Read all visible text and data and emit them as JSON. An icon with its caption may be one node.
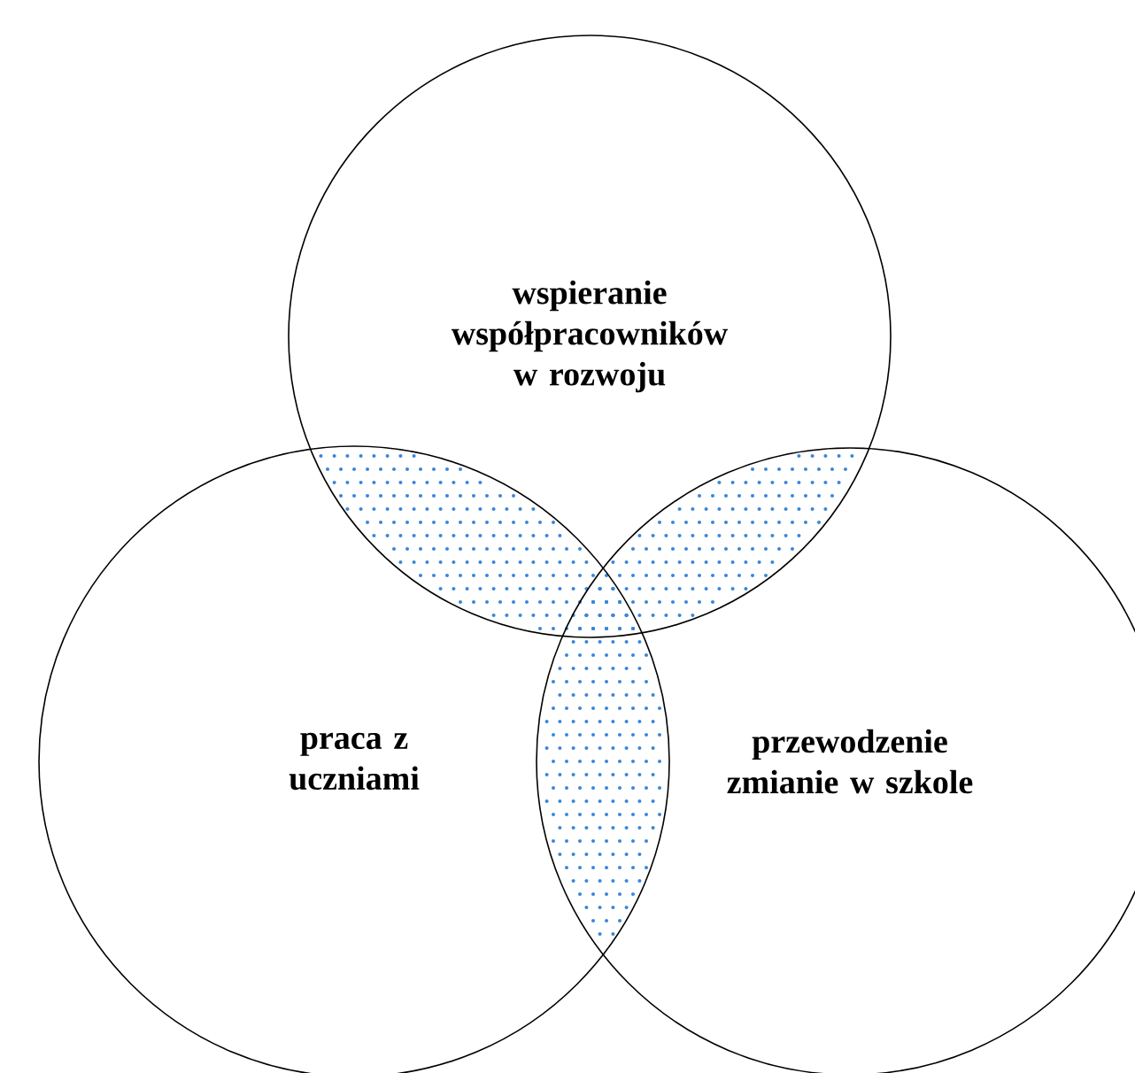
{
  "diagram": {
    "nodes": [
      {
        "text": [
          "wspieranie współpracowników w rozwoju"
        ]
      },
      {
        "text": [
          "praca z uczniami"
        ]
      },
      {
        "text": [
          "przewodzenie zmianie w szkole"
        ]
      }
    ]
  }
}
